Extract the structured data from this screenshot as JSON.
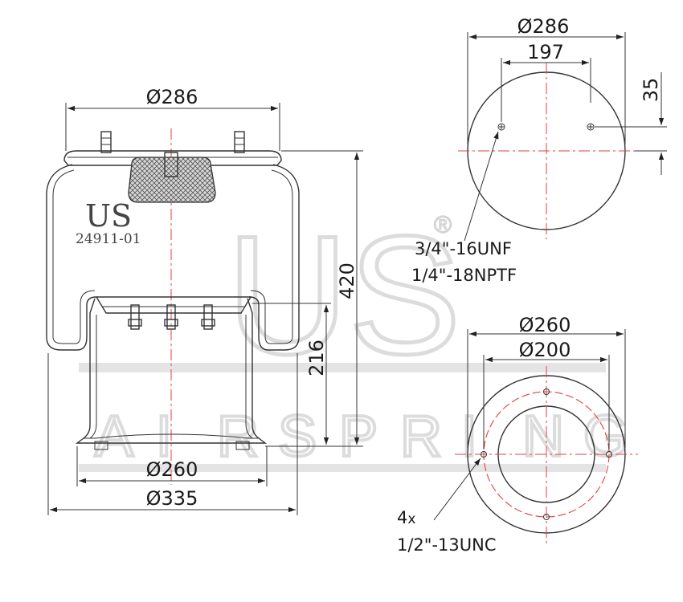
{
  "watermark": {
    "brand": "US",
    "registered": "®",
    "letters": [
      "A",
      "I",
      "R",
      "S",
      "P",
      "R",
      "I",
      "N",
      "G"
    ]
  },
  "side_view": {
    "brand_label": "US",
    "model_label": "24911-01",
    "dim_top_diameter": "Ø286",
    "dim_height": "420",
    "dim_piston_height": "216",
    "dim_base_diameter": "Ø260",
    "dim_max_diameter": "Ø335"
  },
  "top_view": {
    "dim_diameter": "Ø286",
    "dim_stud_spacing": "197",
    "dim_offset": "35",
    "note_stud": "3/4\"-16UNF",
    "note_port": "1/4\"-18NPTF"
  },
  "bottom_view": {
    "dim_outer_diameter": "Ø260",
    "dim_bolt_circle": "Ø200",
    "note_count": "4",
    "note_count_suffix": "x",
    "note_thread": "1/2\"-13UNC"
  },
  "colors": {
    "line": "#333333",
    "centerline": "#e0433f",
    "watermark": "#dcdcdc"
  }
}
